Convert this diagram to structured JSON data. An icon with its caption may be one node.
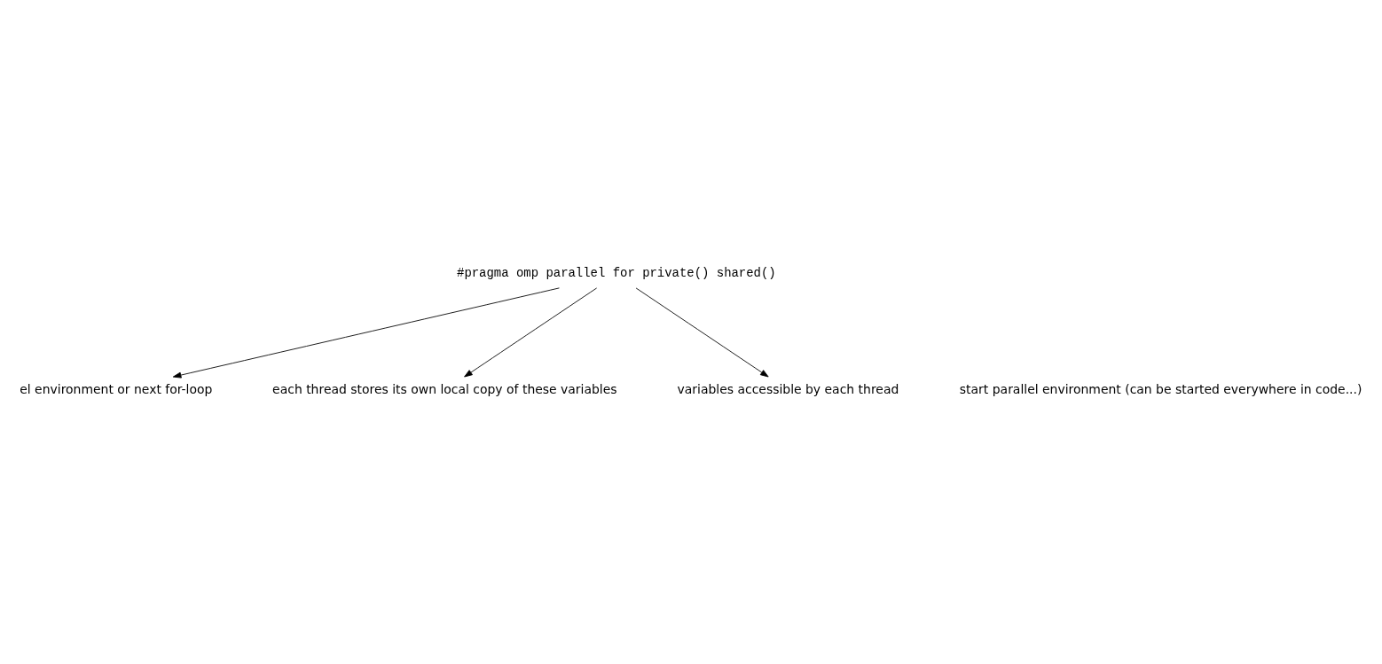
{
  "diagram": {
    "nodes": [
      {
        "text": [
          "#pragma omp parallel for private() shared()"
        ]
      },
      {
        "text": [
          "el environment or next for-loop"
        ]
      },
      {
        "text": [
          "each thread stores its own local copy of these variables"
        ]
      },
      {
        "text": [
          "variables accessible by each thread"
        ]
      }
    ],
    "edges": [
      {
        "from": 0,
        "to": 1,
        "arrow": "to"
      },
      {
        "from": 0,
        "to": 2,
        "arrow": "to"
      },
      {
        "from": 0,
        "to": 3,
        "arrow": "to"
      }
    ],
    "labels": [
      "start parallel environment (can be started everywhere in code...)"
    ]
  }
}
